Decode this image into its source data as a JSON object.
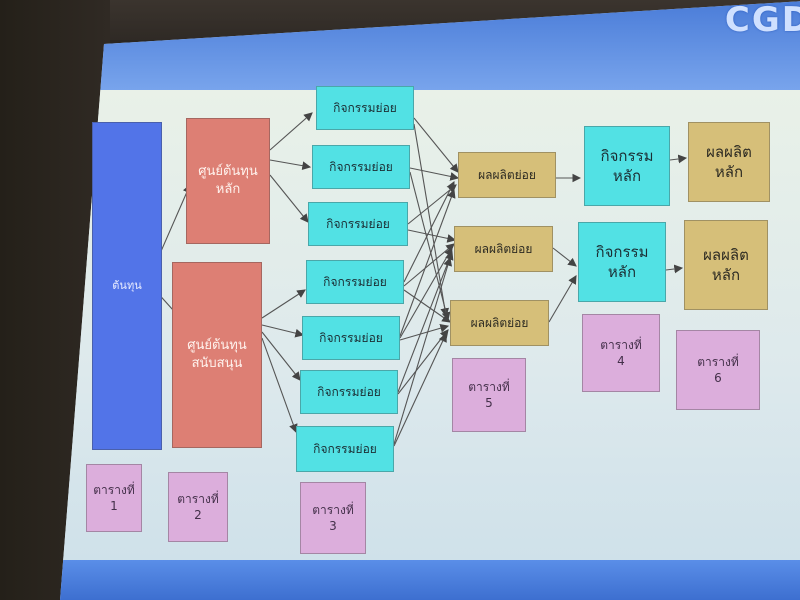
{
  "logo": "CGD",
  "diagram": {
    "cost": "ต้นทุน",
    "main_cost_center": "ศูนย์ต้นทุน\nหลัก",
    "support_cost_center": "ศูนย์ต้นทุน\nสนับสนุน",
    "sub_activity": "กิจกรรมย่อย",
    "sub_output": "ผลผลิตย่อย",
    "main_activity": "กิจกรรม\nหลัก",
    "main_output": "ผลผลิต\nหลัก",
    "table_label": "ตารางที่",
    "tables": [
      "1",
      "2",
      "3",
      "4",
      "5",
      "6"
    ]
  }
}
